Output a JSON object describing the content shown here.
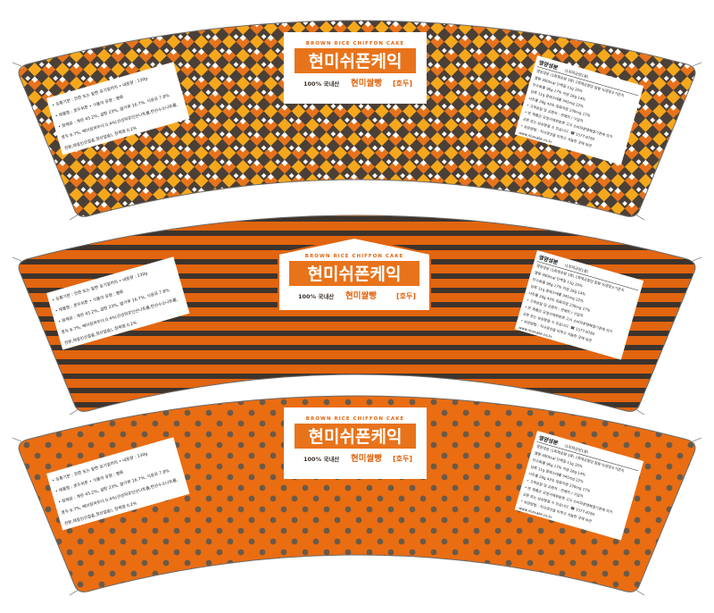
{
  "colors": {
    "orange": "#e8731b",
    "deep_orange": "#e2650f",
    "dark": "#4a4037",
    "checker_light": "#f6a81c",
    "stripe_dark": "#3e342c",
    "dot": "#6a5a48",
    "label_bg": "#ffffff"
  },
  "sleeves": [
    {
      "pattern": "argyle-checker"
    },
    {
      "pattern": "horizontal-stripes"
    },
    {
      "pattern": "polka-dots"
    }
  ],
  "brand": {
    "tagline_en": "BROWN RICE CHIFFON CAKE",
    "title_ko": "현미쉬폰케익",
    "sub_prefix": "100% 국내산",
    "sub_name": "현미쌀빵",
    "flavor": "[호두]"
  },
  "left_panel": {
    "lines": [
      "• 유통기한 : 전면 또는 밑면 표기일까지  • 내용량 : 130g",
      "• 제품명 : 호두쉬폰        • 식품의 유형 : 빵류",
      "• 원재료 : 계란 45.2%, 설탕 23%, 쌀가루 16.7%, 식용유 7.8%",
      "  호두 6.7%, 베이킹파우더 0.4%(산성피로인산나트륨,탄산수소나트륨,",
      "  전분,제일인산칼슘,젖산칼슘), 정제염 0.2%"
    ]
  },
  "right_panel": {
    "heading": "영양성분",
    "heading_note": "(1회제공량1봉)",
    "lines": [
      "영양성분 (1회제공량 1봉)  1회제공량당 함량  %영양소기준치",
      "열량        480kcal   단백질    11g   20%",
      "탄수화물    96g  17%   지방     26g   14%",
      "당류        11g       콜레스테롤  345mg  22%",
      "나트륨     28g  43%   포화지방    230mg  17%",
      "• 고객상담 및 교환처 : 판매처 / 구입처",
      "• 본 제품은 공정거래위원회 고시 소비자분쟁해결기준에 의거",
      "  교환 또는 보상받을 수 있습니다.  ☎ 1577-6784",
      "• 보관방법 : 직사광선을 피하고 서늘한 곳에 보관",
      "  www.ricecake.co.kr"
    ]
  }
}
